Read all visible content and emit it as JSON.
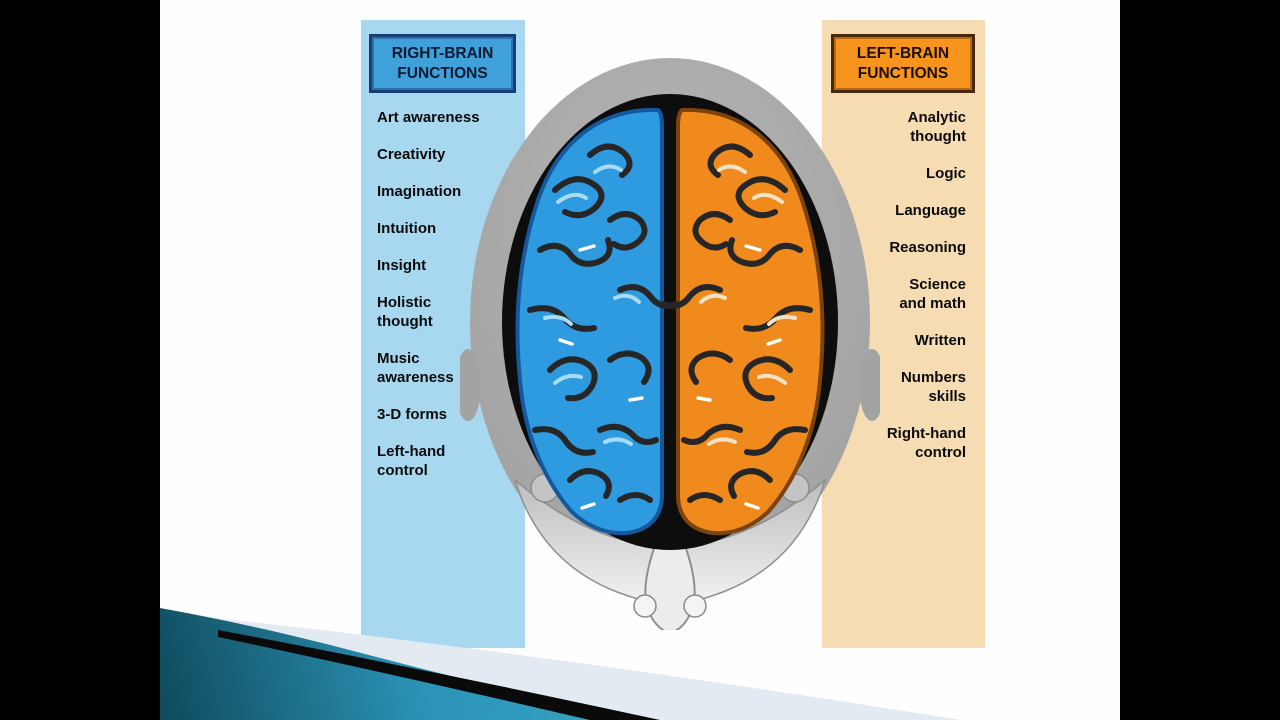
{
  "slide": {
    "right_brain_panel": {
      "title": "RIGHT-BRAIN\nFUNCTIONS",
      "items": [
        "Art awareness",
        "Creativity",
        "Imagination",
        "Intuition",
        "Insight",
        "Holistic\nthought",
        "Music\nawareness",
        "3-D forms",
        "Left-hand\ncontrol"
      ],
      "panel_color": "#A7D8F0",
      "header_fill": "#3FA0DA",
      "header_border": "#153F75"
    },
    "left_brain_panel": {
      "title": "LEFT-BRAIN\nFUNCTIONS",
      "items": [
        "Analytic\nthought",
        "Logic",
        "Language",
        "Reasoning",
        "Science\nand math",
        "Written",
        "Numbers\nskills",
        "Right-hand\ncontrol"
      ],
      "panel_color": "#F6DCB2",
      "header_fill": "#F7941E",
      "header_border": "#46280C"
    },
    "illustration": {
      "name": "brain-top-view",
      "left_hemisphere_color": "#2E9ADF",
      "right_hemisphere_color": "#F08A1C",
      "head_color": "#A9A9A9",
      "skull_color": "#0D0D0D"
    },
    "decoration": {
      "teal_swoosh": "#1E7FA2",
      "light_band": "#E3EAF1",
      "stripe": "#0A0A0A"
    }
  }
}
